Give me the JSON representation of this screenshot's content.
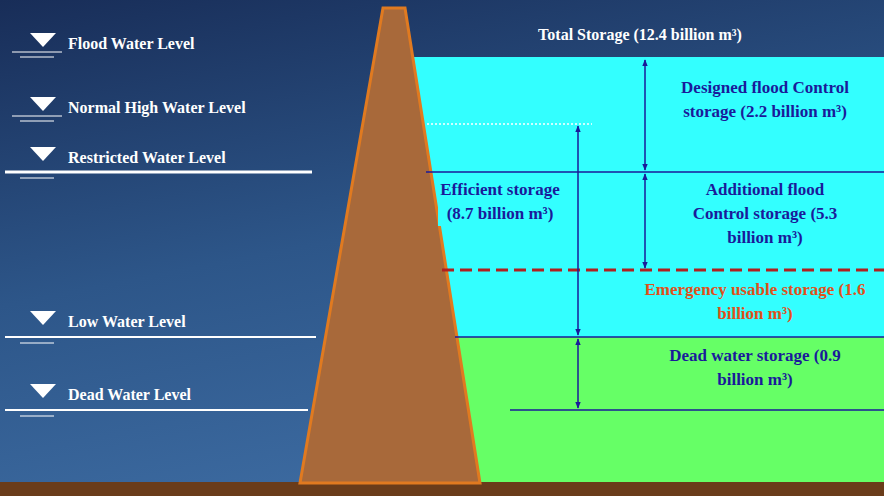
{
  "diagram": {
    "nodes": [
      {
        "text": [
          "Designed flood Control storage (2.2 billion m³)",
          "Additional flood Control storage (5.3 billion m³)",
          "Efficient storage (8.7 billion m³)",
          "Emergency usable storage (1.6 billion m³)"
        ]
      },
      {
        "text": [
          "Dead water storage (0.9 billion m³)"
        ]
      }
    ],
    "labels": [
      "Flood Water Level",
      "Total Storage (12.4 billion m³)",
      "Normal High Water Level",
      "Restricted Water Level",
      "Low Water Level",
      "Dead Water Level"
    ]
  }
}
